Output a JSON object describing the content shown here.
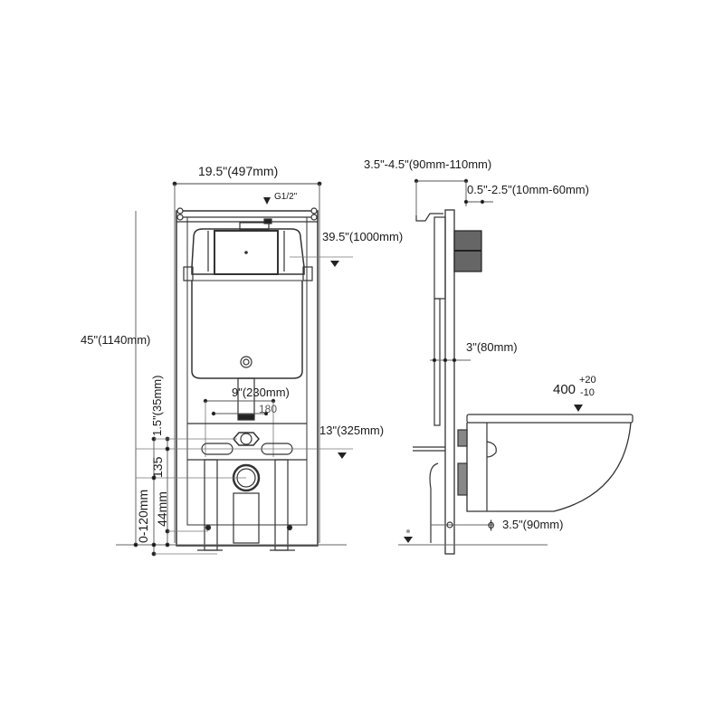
{
  "diagram": {
    "type": "technical-drawing",
    "subject": "wall-hung toilet concealed cistern frame",
    "front_view": {
      "width_label": "19.5\"(497mm)",
      "height_label": "45\"(1140mm)",
      "flush_height_label": "39.5\"(1000mm)",
      "pipe_spacing_label": "9\"(230mm)",
      "bolt_spacing_label": "180",
      "bolt_height_label": "13\"(325mm)",
      "offset_label": "1.5\"(35mm)",
      "dim_135": "135",
      "dim_44": "44mm",
      "leg_adjust_label": "0-120mm",
      "water_inlet_symbol": "G1/2\""
    },
    "side_view": {
      "depth_label": "3.5\"-4.5\"(90mm-110mm)",
      "wall_label": "0.5\"-2.5\"(10mm-60mm)",
      "depth_3in_label": "3\"(80mm)",
      "seat_height_main": "400",
      "seat_height_plus": "+20",
      "seat_height_minus": "-10",
      "drain_diameter_label": "3.5\"(90mm)",
      "diameter_symbol": "ϕ"
    }
  }
}
